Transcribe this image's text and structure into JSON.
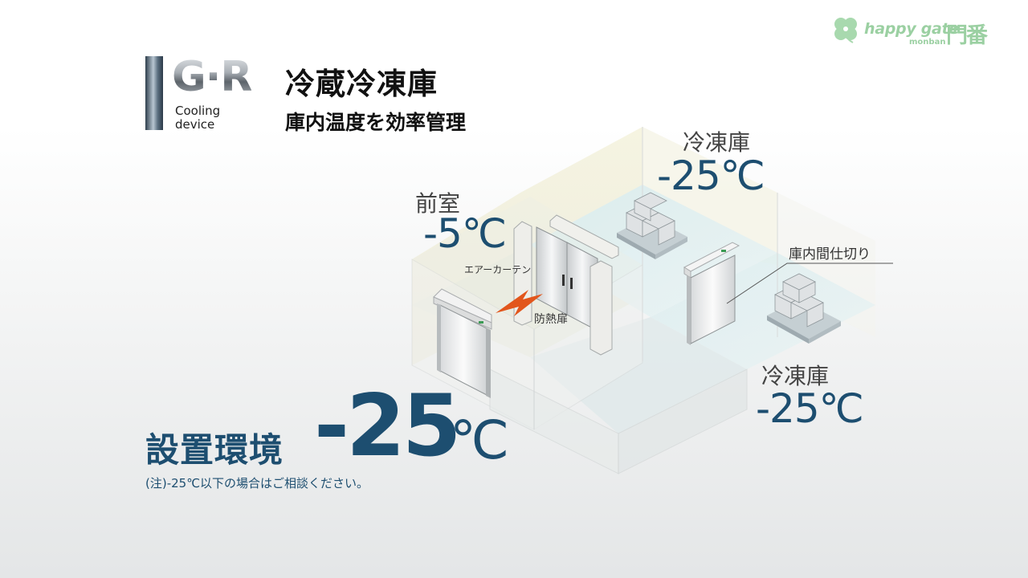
{
  "brand": {
    "name": "happy gate",
    "sub": "monban",
    "kanji": "門番"
  },
  "logo": {
    "gr": "G·R",
    "tagline": "Cooling\ndevice"
  },
  "title": {
    "main": "冷蔵冷凍庫",
    "sub": "庫内温度を効率管理"
  },
  "rooms": {
    "anteroom": {
      "name": "前室",
      "temp": "-5℃"
    },
    "freezer_back": {
      "name": "冷凍庫",
      "temp": "-25℃"
    },
    "freezer_front": {
      "name": "冷凍庫",
      "temp": "-25℃"
    }
  },
  "callouts": {
    "partition": "庫内間仕切り",
    "air_curtain": "エアーカーテン",
    "insulated_door": "防熱扉"
  },
  "environment": {
    "label": "設置環境",
    "value": "-25",
    "unit": "℃",
    "note": "(注)-25℃以下の場合はご相談ください。"
  },
  "colors": {
    "accent": "#1d4e70",
    "brand": "#9bd0a2"
  }
}
